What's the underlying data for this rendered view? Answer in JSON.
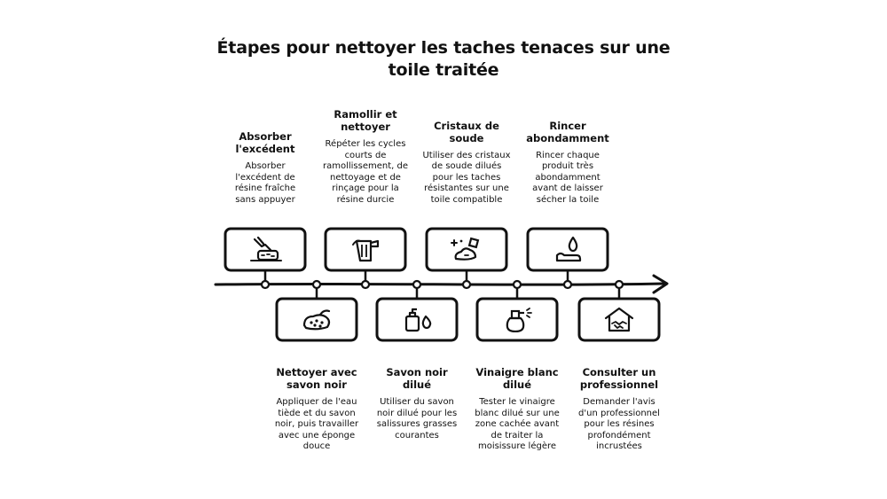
{
  "title": "Étapes pour nettoyer les taches tenaces sur une toile traitée",
  "steps": [
    {
      "id": 1,
      "position": "top",
      "icon": "hand-sponge-icon",
      "title": "Absorber l'excédent",
      "description": "Absorber l'excédent de résine fraîche sans appuyer"
    },
    {
      "id": 2,
      "position": "bottom",
      "icon": "soap-sponge-icon",
      "title": "Nettoyer avec savon noir",
      "description": "Appliquer de l'eau tiède et du savon noir, puis travailler avec une éponge douce"
    },
    {
      "id": 3,
      "position": "top",
      "icon": "cloth-wipe-icon",
      "title": "Ramollir et nettoyer",
      "description": "Répéter les cycles courts de ramollissement, de nettoyage et de rinçage pour la résine durcie"
    },
    {
      "id": 4,
      "position": "bottom",
      "icon": "soap-bottle-icon",
      "title": "Savon noir dilué",
      "description": "Utiliser du savon noir dilué pour les salissures grasses courantes"
    },
    {
      "id": 5,
      "position": "top",
      "icon": "soda-crystals-icon",
      "title": "Cristaux de soude",
      "description": "Utiliser des cristaux de soude dilués pour les taches résistantes sur une toile compatible"
    },
    {
      "id": 6,
      "position": "bottom",
      "icon": "spray-bottle-icon",
      "title": "Vinaigre blanc dilué",
      "description": "Tester le vinaigre blanc dilué sur une zone cachée avant de traiter la moisissure légère"
    },
    {
      "id": 7,
      "position": "top",
      "icon": "water-drop-icon",
      "title": "Rincer abondamment",
      "description": "Rincer chaque produit très abondamment avant de laisser sécher la toile"
    },
    {
      "id": 8,
      "position": "bottom",
      "icon": "house-handshake-icon",
      "title": "Consulter un professionnel",
      "description": "Demander l'avis d'un professionnel pour les résines profondément incrustées"
    }
  ]
}
